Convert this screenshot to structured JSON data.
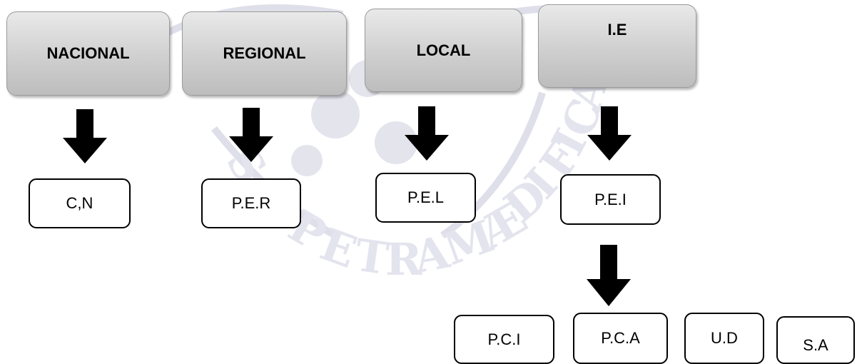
{
  "levels": [
    {
      "label": "NACIONAL"
    },
    {
      "label": "REGIONAL"
    },
    {
      "label": "LOCAL"
    },
    {
      "label": "I.E"
    }
  ],
  "documents": [
    {
      "label": "C,N"
    },
    {
      "label": "P.E.R"
    },
    {
      "label": "P.E.L"
    },
    {
      "label": "P.E.I"
    }
  ],
  "sub_documents": [
    {
      "label": "P.C.I"
    },
    {
      "label": "P.C.A"
    },
    {
      "label": "U.D"
    },
    {
      "label": "S.A"
    }
  ],
  "colors": {
    "arrow": "#000000",
    "level_fill_top": "#e9e9e9",
    "level_fill_bottom": "#bdbdbd",
    "watermark": "#d8d8e6"
  }
}
